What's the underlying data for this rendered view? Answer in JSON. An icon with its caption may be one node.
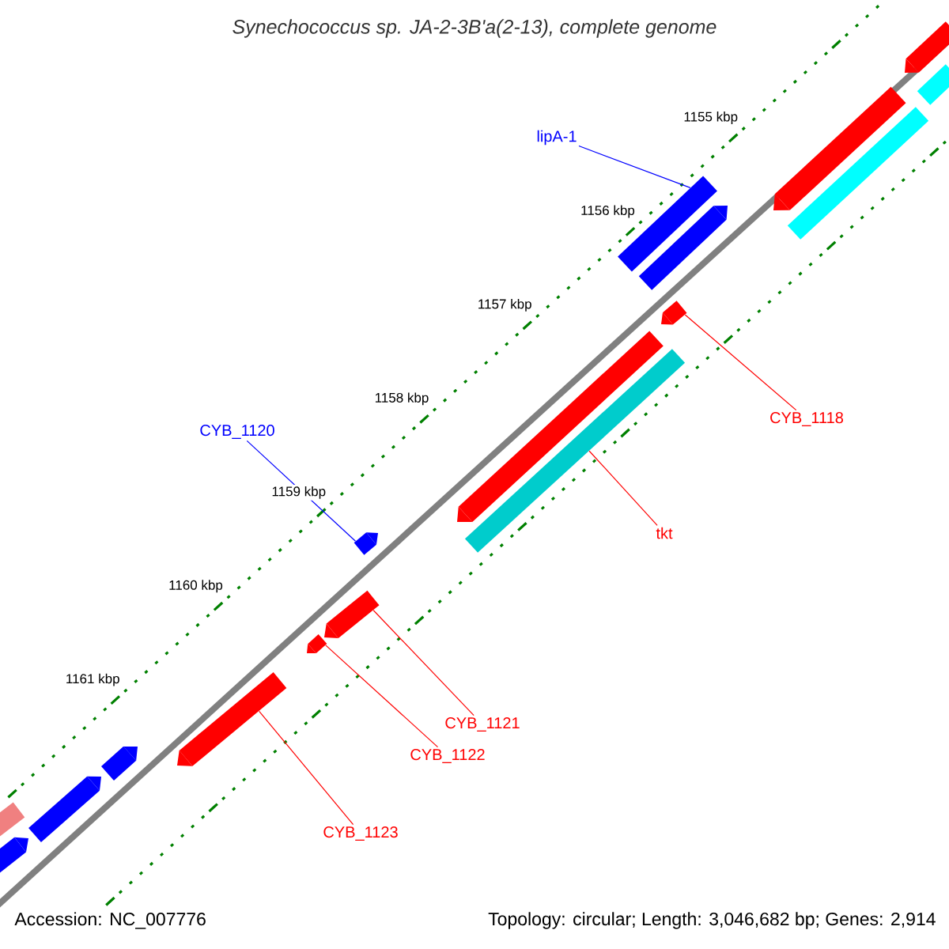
{
  "diagram": {
    "title": "Synechococcus sp. JA-2-3B'a(2-13), complete genome",
    "nodes": [
      {
        "text": [
          "lipA-1"
        ]
      },
      {
        "text": [],
        "shape": "bar"
      },
      {
        "text": [
          "CYB_1118"
        ]
      },
      {
        "text": [],
        "shape": "bar"
      },
      {
        "text": [
          "CYB_1120"
        ]
      },
      {
        "text": [],
        "shape": "bar"
      },
      {
        "text": [
          "tkt"
        ]
      },
      {
        "text": [],
        "shape": "bar"
      },
      {
        "text": [
          "CYB_1121"
        ]
      },
      {
        "text": [],
        "shape": "bar"
      },
      {
        "text": [
          "CYB_1122"
        ]
      },
      {
        "text": [],
        "shape": "bar"
      },
      {
        "text": [
          "CYB_1123"
        ]
      },
      {
        "text": [],
        "shape": "bar"
      },
      {
        "text": [],
        "shape": "bar"
      },
      {
        "text": [],
        "shape": "bar"
      },
      {
        "text": [],
        "shape": "bar"
      },
      {
        "text": [],
        "shape": "bar"
      },
      {
        "text": [],
        "shape": "bar"
      },
      {
        "text": [],
        "shape": "bar"
      },
      {
        "text": [],
        "shape": "bar"
      },
      {
        "text": [],
        "shape": "bar"
      },
      {
        "text": [],
        "shape": "bar"
      },
      {
        "text": [],
        "shape": "bar"
      }
    ],
    "edges": [
      {
        "from": 0,
        "to": 1,
        "arrow": "none",
        "color": "#0000ff"
      },
      {
        "from": 2,
        "to": 3,
        "arrow": "none"
      },
      {
        "from": 4,
        "to": 5,
        "arrow": "none",
        "color": "#0000ff"
      },
      {
        "from": 6,
        "to": 7,
        "arrow": "none"
      },
      {
        "from": 8,
        "to": 9,
        "arrow": "none"
      },
      {
        "from": 10,
        "to": 11,
        "arrow": "none"
      },
      {
        "from": 12,
        "to": 13,
        "arrow": "none"
      }
    ],
    "labels": [
      "1155 kbp",
      "1156 kbp",
      "1157 kbp",
      "1158 kbp",
      "1159 kbp",
      "1160 kbp",
      "1161 kbp",
      "Accession: NC_007776",
      "Topology: circular; Length: 3,046,682 bp; Genes: 2,914"
    ]
  }
}
